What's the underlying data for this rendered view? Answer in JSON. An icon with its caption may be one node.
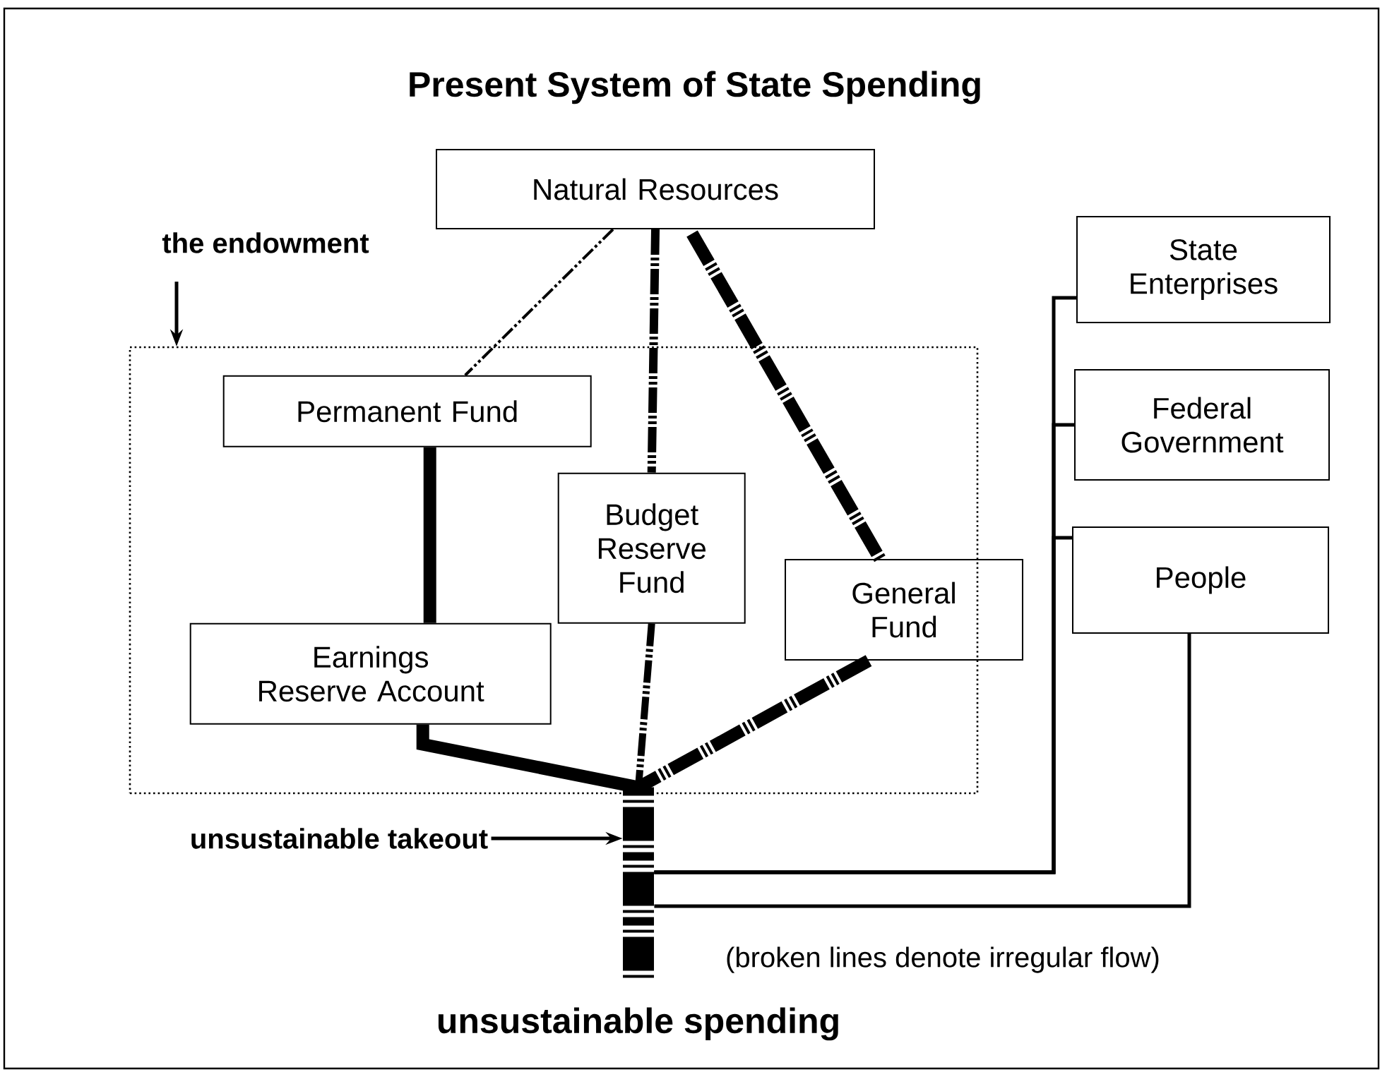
{
  "diagram": {
    "title": "Present System of State Spending",
    "nodes": [
      {
        "text": [
          "Natural Resources"
        ]
      },
      {
        "text": [
          "the endowment"
        ]
      },
      {
        "text": [],
        "shape": "box"
      },
      {
        "text": [
          "Permanent Fund"
        ],
        "in": 2
      },
      {
        "text": [
          "State Enterprises"
        ]
      },
      {
        "text": [
          "Federal Government"
        ]
      },
      {
        "text": [
          "Budget Reserve Fund"
        ],
        "in": 2
      },
      {
        "text": [
          "General Fund"
        ]
      },
      {
        "text": [
          "People"
        ]
      },
      {
        "text": [
          "Earnings Reserve Account"
        ],
        "in": 2
      },
      {
        "text": [
          "unsustainable takeout"
        ]
      },
      {
        "text": [],
        "shape": "bar",
        "beside": [
          "unsustainable spending"
        ]
      }
    ],
    "edges": [
      {
        "from": 1,
        "to": 2,
        "arrow": "to"
      },
      {
        "from": 0,
        "to": 3,
        "arrow": "none",
        "style": "dashed"
      },
      {
        "from": 0,
        "to": 6,
        "arrow": "none",
        "style": "dashed"
      },
      {
        "from": 0,
        "to": 7,
        "arrow": "none",
        "style": "dashed"
      },
      {
        "from": 3,
        "to": 9,
        "arrow": "none",
        "style": "thick"
      },
      {
        "from": 9,
        "to": 11,
        "arrow": "none",
        "style": "thick"
      },
      {
        "from": 6,
        "to": 11,
        "arrow": "none",
        "style": "dashed"
      },
      {
        "from": 7,
        "to": 11,
        "arrow": "none",
        "style": "dashed"
      },
      {
        "from": 4,
        "to": 11,
        "arrow": "none"
      },
      {
        "from": 5,
        "to": 11,
        "arrow": "none"
      },
      {
        "from": 8,
        "to": 11,
        "arrow": "none"
      },
      {
        "from": 8,
        "to": 11,
        "arrow": "none"
      },
      {
        "from": 10,
        "to": 11,
        "arrow": "to"
      }
    ],
    "labels": [
      "(broken lines denote irregular flow)"
    ]
  }
}
